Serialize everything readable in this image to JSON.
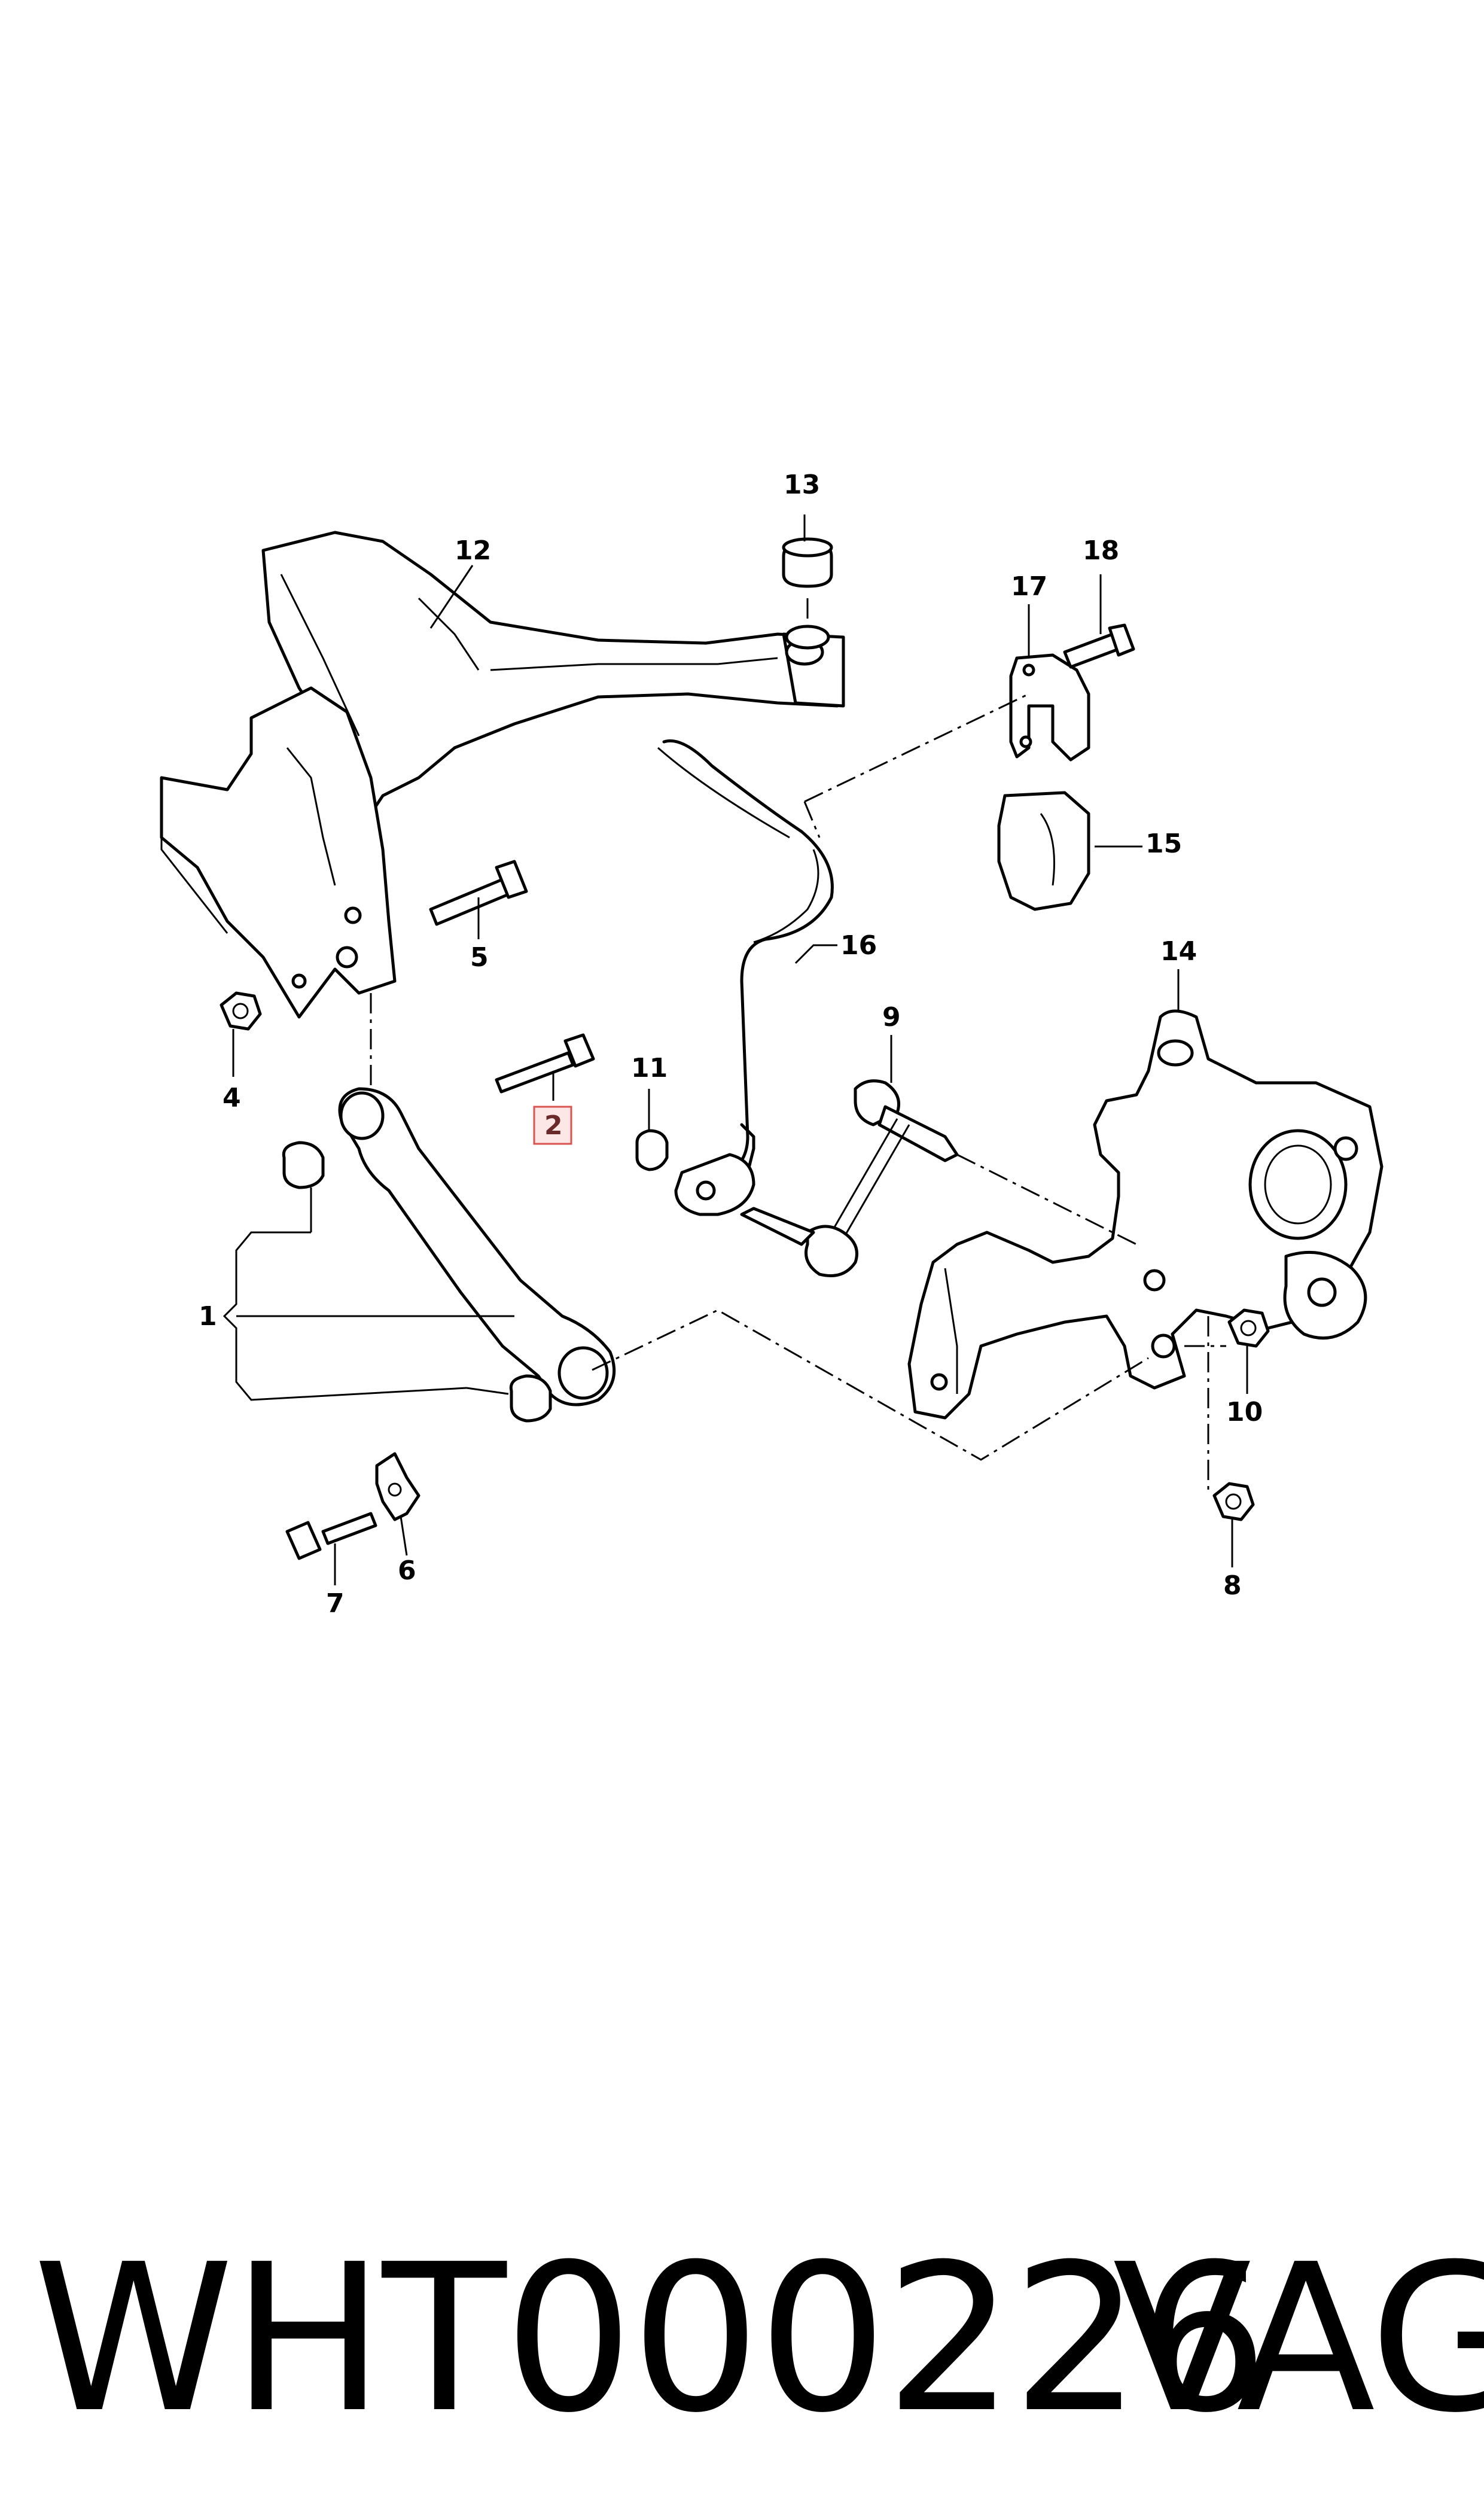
{
  "diagram": {
    "callouts": [
      "1",
      "2",
      "4",
      "5",
      "6",
      "7",
      "8",
      "9",
      "10",
      "11",
      "12",
      "13",
      "14",
      "15",
      "16",
      "17",
      "18"
    ],
    "highlighted_callout": "2",
    "highlight_color": "#d9534f"
  },
  "footer": {
    "part_number": "WHT000226",
    "brand": "VAG"
  }
}
